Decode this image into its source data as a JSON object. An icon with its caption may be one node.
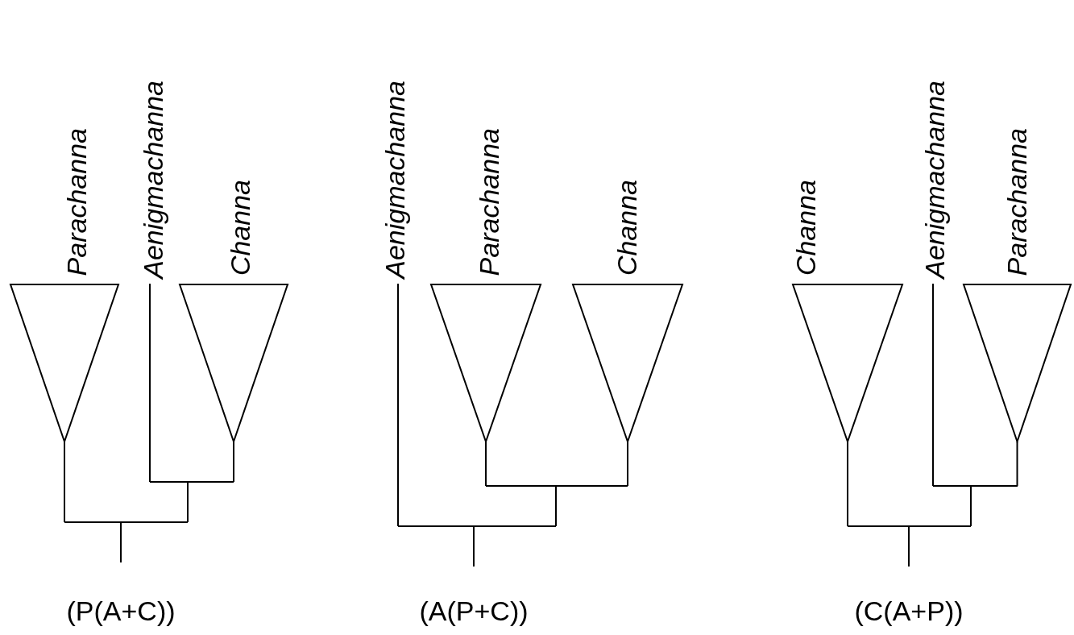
{
  "diagram": {
    "nodes": [
      {
        "text": [
          "Parachanna"
        ]
      },
      {
        "text": [
          "Aenigmachanna"
        ]
      },
      {
        "text": [
          "Channa"
        ]
      },
      {
        "text": [],
        "shape": "bar"
      },
      {
        "text": [],
        "shape": "bar"
      },
      {
        "text": [
          "Aenigmachanna"
        ]
      },
      {
        "text": [
          "Parachanna"
        ]
      },
      {
        "text": [
          "Channa"
        ]
      },
      {
        "text": [],
        "shape": "bar"
      },
      {
        "text": [],
        "shape": "bar"
      },
      {
        "text": [
          "Channa"
        ]
      },
      {
        "text": [
          "Aenigmachanna"
        ]
      },
      {
        "text": [
          "Parachanna"
        ]
      },
      {
        "text": [],
        "shape": "bar"
      },
      {
        "text": [],
        "shape": "bar"
      }
    ],
    "edges": [
      {
        "from": 4,
        "to": 0,
        "arrow": "none"
      },
      {
        "from": 4,
        "to": 3,
        "arrow": "none"
      },
      {
        "from": 3,
        "to": 1,
        "arrow": "none"
      },
      {
        "from": 3,
        "to": 2,
        "arrow": "none"
      },
      {
        "from": null,
        "to": 4,
        "arrow": "none"
      },
      {
        "from": 9,
        "to": 5,
        "arrow": "none"
      },
      {
        "from": 9,
        "to": 8,
        "arrow": "none"
      },
      {
        "from": 8,
        "to": 6,
        "arrow": "none"
      },
      {
        "from": 8,
        "to": 7,
        "arrow": "none"
      },
      {
        "from": null,
        "to": 9,
        "arrow": "none"
      },
      {
        "from": 14,
        "to": 10,
        "arrow": "none"
      },
      {
        "from": 14,
        "to": 13,
        "arrow": "none"
      },
      {
        "from": 13,
        "to": 11,
        "arrow": "none"
      },
      {
        "from": 13,
        "to": 12,
        "arrow": "none"
      },
      {
        "from": null,
        "to": 14,
        "arrow": "none"
      }
    ],
    "labels": [
      "(P(A+C))",
      "(A(P+C))",
      "(C(A+P))"
    ]
  }
}
